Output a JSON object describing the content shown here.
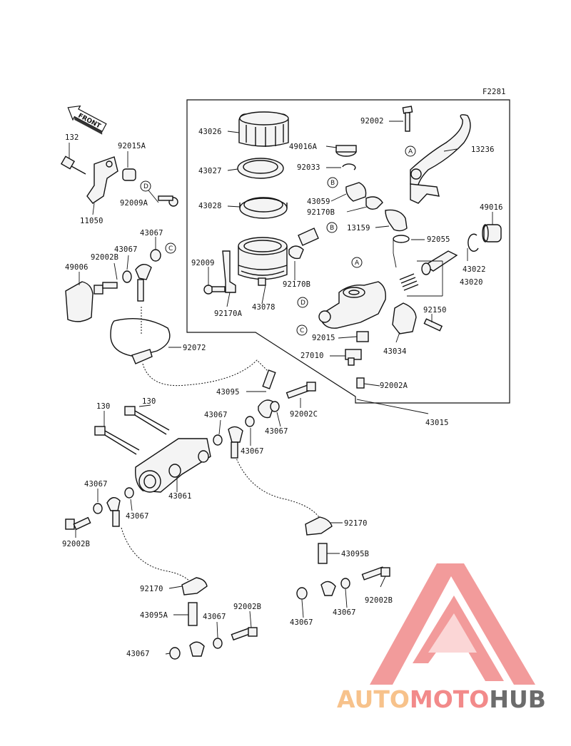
{
  "figure_code": "F2281",
  "front_label": "FRONT",
  "callouts": [
    "A",
    "B",
    "C",
    "D"
  ],
  "labels": [
    "43026",
    "49016A",
    "43027",
    "92033",
    "43028",
    "43059",
    "92170B",
    "13159",
    "92055",
    "92009",
    "92170B",
    "92170A",
    "43078",
    "92002",
    "13236",
    "49016",
    "43022",
    "43020",
    "92150",
    "43034",
    "92015",
    "27010",
    "92002A",
    "43015",
    "132",
    "92015A",
    "92009A",
    "11050",
    "49006",
    "92002B",
    "43067",
    "43067",
    "92072",
    "43095",
    "92002C",
    "43067",
    "43067",
    "43067",
    "130",
    "130",
    "43061",
    "43067",
    "43067",
    "92002B",
    "92170",
    "43095B",
    "92002B",
    "43067",
    "43067",
    "92170",
    "43095A",
    "43067",
    "92002B",
    "43067"
  ],
  "watermark": {
    "part1": "AUTO",
    "part2": "MOTO",
    "part3": "HUB",
    "colors": {
      "auto": "#f7c28b",
      "moto": "#f28a8a",
      "hub": "#6c6c6c",
      "logo": "#f08a8a"
    }
  }
}
